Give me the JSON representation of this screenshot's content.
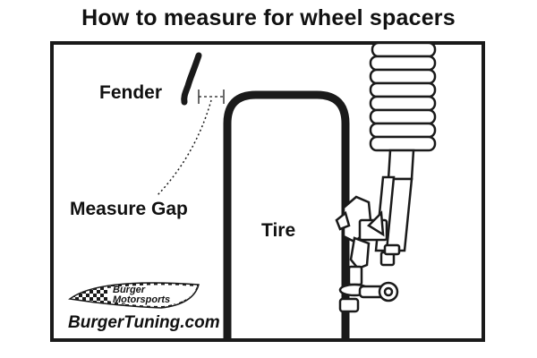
{
  "title": "How to measure for wheel spacers",
  "labels": {
    "fender": "Fender",
    "measure_gap": "Measure Gap",
    "tire": "Tire"
  },
  "logo": {
    "line1": "Burger",
    "line2": "Motorsports",
    "url": "BurgerTuning.com"
  },
  "colors": {
    "ink": "#1a1a1a",
    "background": "#ffffff"
  }
}
